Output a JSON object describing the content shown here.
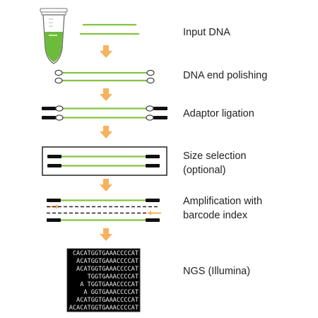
{
  "colors": {
    "dna_strand": "#86c440",
    "flow_arrow": "#f7b260",
    "adaptor": "#111111",
    "primer_arrow": "#f7b260",
    "tube_liquid": "#6dbb3b",
    "ngs_panel": "#000000"
  },
  "steps": [
    {
      "label_lines": [
        "Input DNA"
      ]
    },
    {
      "label_lines": [
        "DNA end polishing"
      ]
    },
    {
      "label_lines": [
        "Adaptor ligation"
      ]
    },
    {
      "label_lines": [
        "Size selection",
        "(optional)"
      ]
    },
    {
      "label_lines": [
        "Amplification with",
        "barcode index"
      ]
    },
    {
      "label_lines": [
        "NGS (Illumina)"
      ]
    }
  ],
  "sequencing_reads": [
    "CACATGGTGAAACCCCAT",
    "ACATGGTGAAACCCCAT",
    "ACATGGTGAAACCCCAT",
    "TGGTGAAACCCCAT",
    "A          TGGTGAAACCCCAT",
    "A          GGTGAAACCCCAT",
    "ACATGGTGAAACCCCAT",
    "ACACATGGTGAAACCCCAT"
  ],
  "icons": {
    "tube": "microcentrifuge-tube-icon",
    "flow_arrow": "down-arrow-icon",
    "primer_arrow": "primer-arrow-icon"
  }
}
